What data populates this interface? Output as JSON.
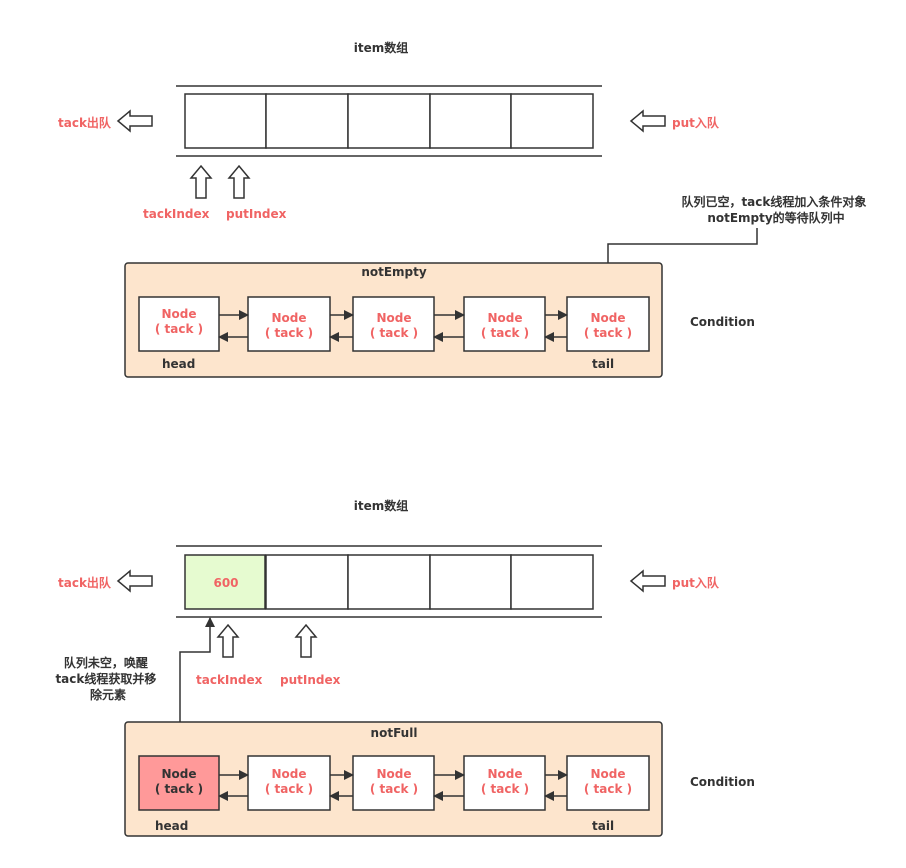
{
  "top": {
    "array_title": "item数组",
    "take_out": "tack出队",
    "put_in": "put入队",
    "take_index": "tackIndex",
    "put_index": "putIndex",
    "annotation": [
      "队列已空，tack线程加入条件对象",
      "notEmpty的等待队列中"
    ],
    "condition_title": "notEmpty",
    "condition_label": "Condition",
    "head_label": "head",
    "tail_label": "tail",
    "nodes": [
      {
        "line1": "Node",
        "line2": "( tack )"
      },
      {
        "line1": "Node",
        "line2": "( tack )"
      },
      {
        "line1": "Node",
        "line2": "( tack )"
      },
      {
        "line1": "Node",
        "line2": "( tack )"
      },
      {
        "line1": "Node",
        "line2": "( tack )"
      }
    ]
  },
  "bottom": {
    "array_title": "item数组",
    "cell_value": "600",
    "take_out": "tack出队",
    "put_in": "put入队",
    "take_index": "tackIndex",
    "put_index": "putIndex",
    "annotation": [
      "队列未空，唤醒",
      "tack线程获取并移",
      "除元素"
    ],
    "condition_title": "notFull",
    "condition_label": "Condition",
    "head_label": "head",
    "tail_label": "tail",
    "nodes": [
      {
        "line1": "Node",
        "line2": "( tack )"
      },
      {
        "line1": "Node",
        "line2": "( tack )"
      },
      {
        "line1": "Node",
        "line2": "( tack )"
      },
      {
        "line1": "Node",
        "line2": "( tack )"
      },
      {
        "line1": "Node",
        "line2": "( tack )"
      }
    ]
  },
  "colors": {
    "accent_red": "#f06464",
    "condition_fill": "#fde5cd",
    "filled_cell": "#e6fbd0",
    "head_node_fill": "#ff9999",
    "line": "#333333"
  }
}
